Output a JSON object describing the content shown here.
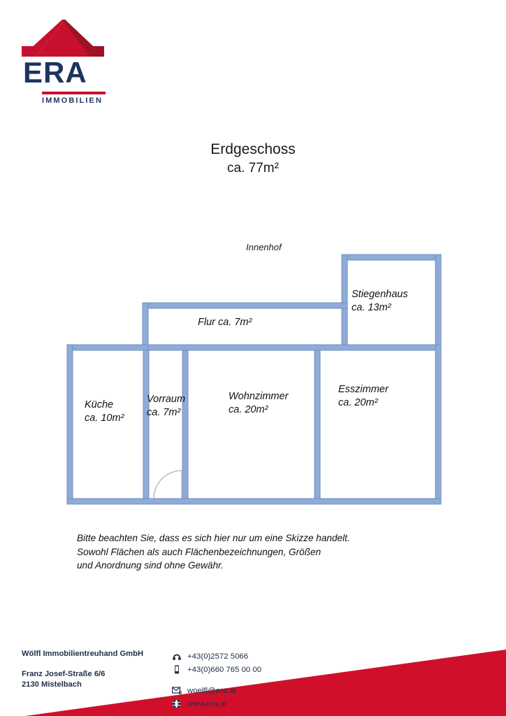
{
  "logo": {
    "wordmark": "ERA",
    "subtitle": "IMMOBILIEN",
    "roof_color": "#c8102e",
    "roof_shadow_color": "#9e1226",
    "text_color": "#1b355e"
  },
  "title": {
    "heading": "Erdgeschoss",
    "area": "ca. 77m²"
  },
  "floorplan": {
    "courtyard_label": "Innenhof",
    "wall_color": "#8fabd6",
    "wall_edge_color": "#6f90c4",
    "rooms": [
      {
        "name": "Küche",
        "area": "ca. 10m²"
      },
      {
        "name": "Vorraum",
        "area": "ca. 7m²"
      },
      {
        "name": "Wohnzimmer",
        "area": "ca. 20m²"
      },
      {
        "name": "Esszimmer",
        "area": "ca. 20m²"
      },
      {
        "name": "Stiegenhaus",
        "area": "ca. 13m²"
      },
      {
        "name": "Flur ca. 7m²",
        "area": ""
      }
    ]
  },
  "disclaimer": {
    "line1": "Bitte beachten Sie, dass es sich hier nur um eine Skizze handelt.",
    "line2": "Sowohl Flächen als auch Flächenbezeichnungen, Größen",
    "line3": "und Anordnung sind ohne Gewähr."
  },
  "footer": {
    "company": "Wölfl Immobilientreuhand GmbH",
    "street": "Franz Josef-Straße 6/6",
    "city": "2130 Mistelbach",
    "phone": "+43(0)2572 5066",
    "mobile": "+43(0)660 765 00 00",
    "email": "woelfl@era.at",
    "website": "www.era.at",
    "accent_color": "#d0102a"
  }
}
